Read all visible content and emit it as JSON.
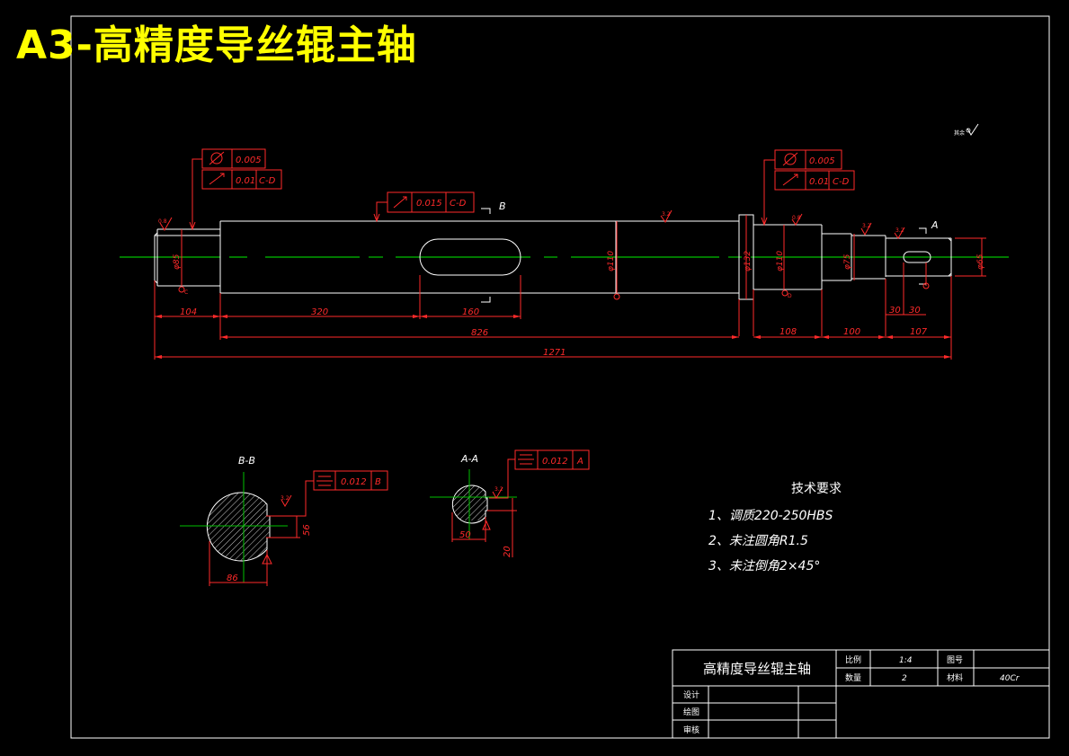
{
  "header": {
    "title": "A3-高精度导丝辊主轴"
  },
  "roughness_note": "其余",
  "main_view": {
    "section_labels": {
      "b": "B",
      "a": "A"
    },
    "gdt_left": [
      {
        "tolerance": "0.005",
        "datum": ""
      },
      {
        "tolerance": "0.01",
        "datum": "C-D"
      }
    ],
    "gdt_middle": {
      "tolerance": "0.015",
      "datum": "C-D"
    },
    "gdt_right": [
      {
        "tolerance": "0.005",
        "datum": ""
      },
      {
        "tolerance": "0.01",
        "datum": "C-D"
      }
    ],
    "roughness": {
      "r1": "0.8",
      "r2": "3.2",
      "r3": "0.8",
      "r4": "3.2",
      "r5": "3.2",
      "r6": "1.6"
    },
    "diameters": {
      "d1": "φ85",
      "d2": "φ110",
      "d3": "φ132",
      "d4": "φ110",
      "d5": "φ75",
      "d6": "φ65"
    },
    "datum_c": "C",
    "datum_d": "D",
    "dims": {
      "l104": "104",
      "l320": "320",
      "l160": "160",
      "l826": "826",
      "l1271": "1271",
      "l108": "108",
      "l100": "100",
      "l107": "107",
      "l30a": "30",
      "l30b": "30"
    }
  },
  "section_bb": {
    "title": "B-B",
    "gdt": {
      "tolerance": "0.012",
      "datum": "B"
    },
    "dim_depth": "56",
    "dim_width": "86",
    "roughness": "3.2"
  },
  "section_aa": {
    "title": "A-A",
    "gdt": {
      "tolerance": "0.012",
      "datum": "A"
    },
    "dim_depth": "50",
    "dim_width": "20",
    "roughness": "3.2"
  },
  "tech_req": {
    "title": "技术要求",
    "items": [
      "1、调质220-250HBS",
      "2、未注圆角R1.5",
      "3、未注倒角2×45°"
    ]
  },
  "title_block": {
    "part_name": "高精度导丝辊主轴",
    "scale_label": "比例",
    "scale_value": "1:4",
    "drawing_no_label": "图号",
    "drawing_no_value": "",
    "qty_label": "数量",
    "qty_value": "2",
    "material_label": "材料",
    "material_value": "40Cr",
    "designer_label": "设计",
    "drafter_label": "绘图",
    "checker_label": "审核"
  }
}
